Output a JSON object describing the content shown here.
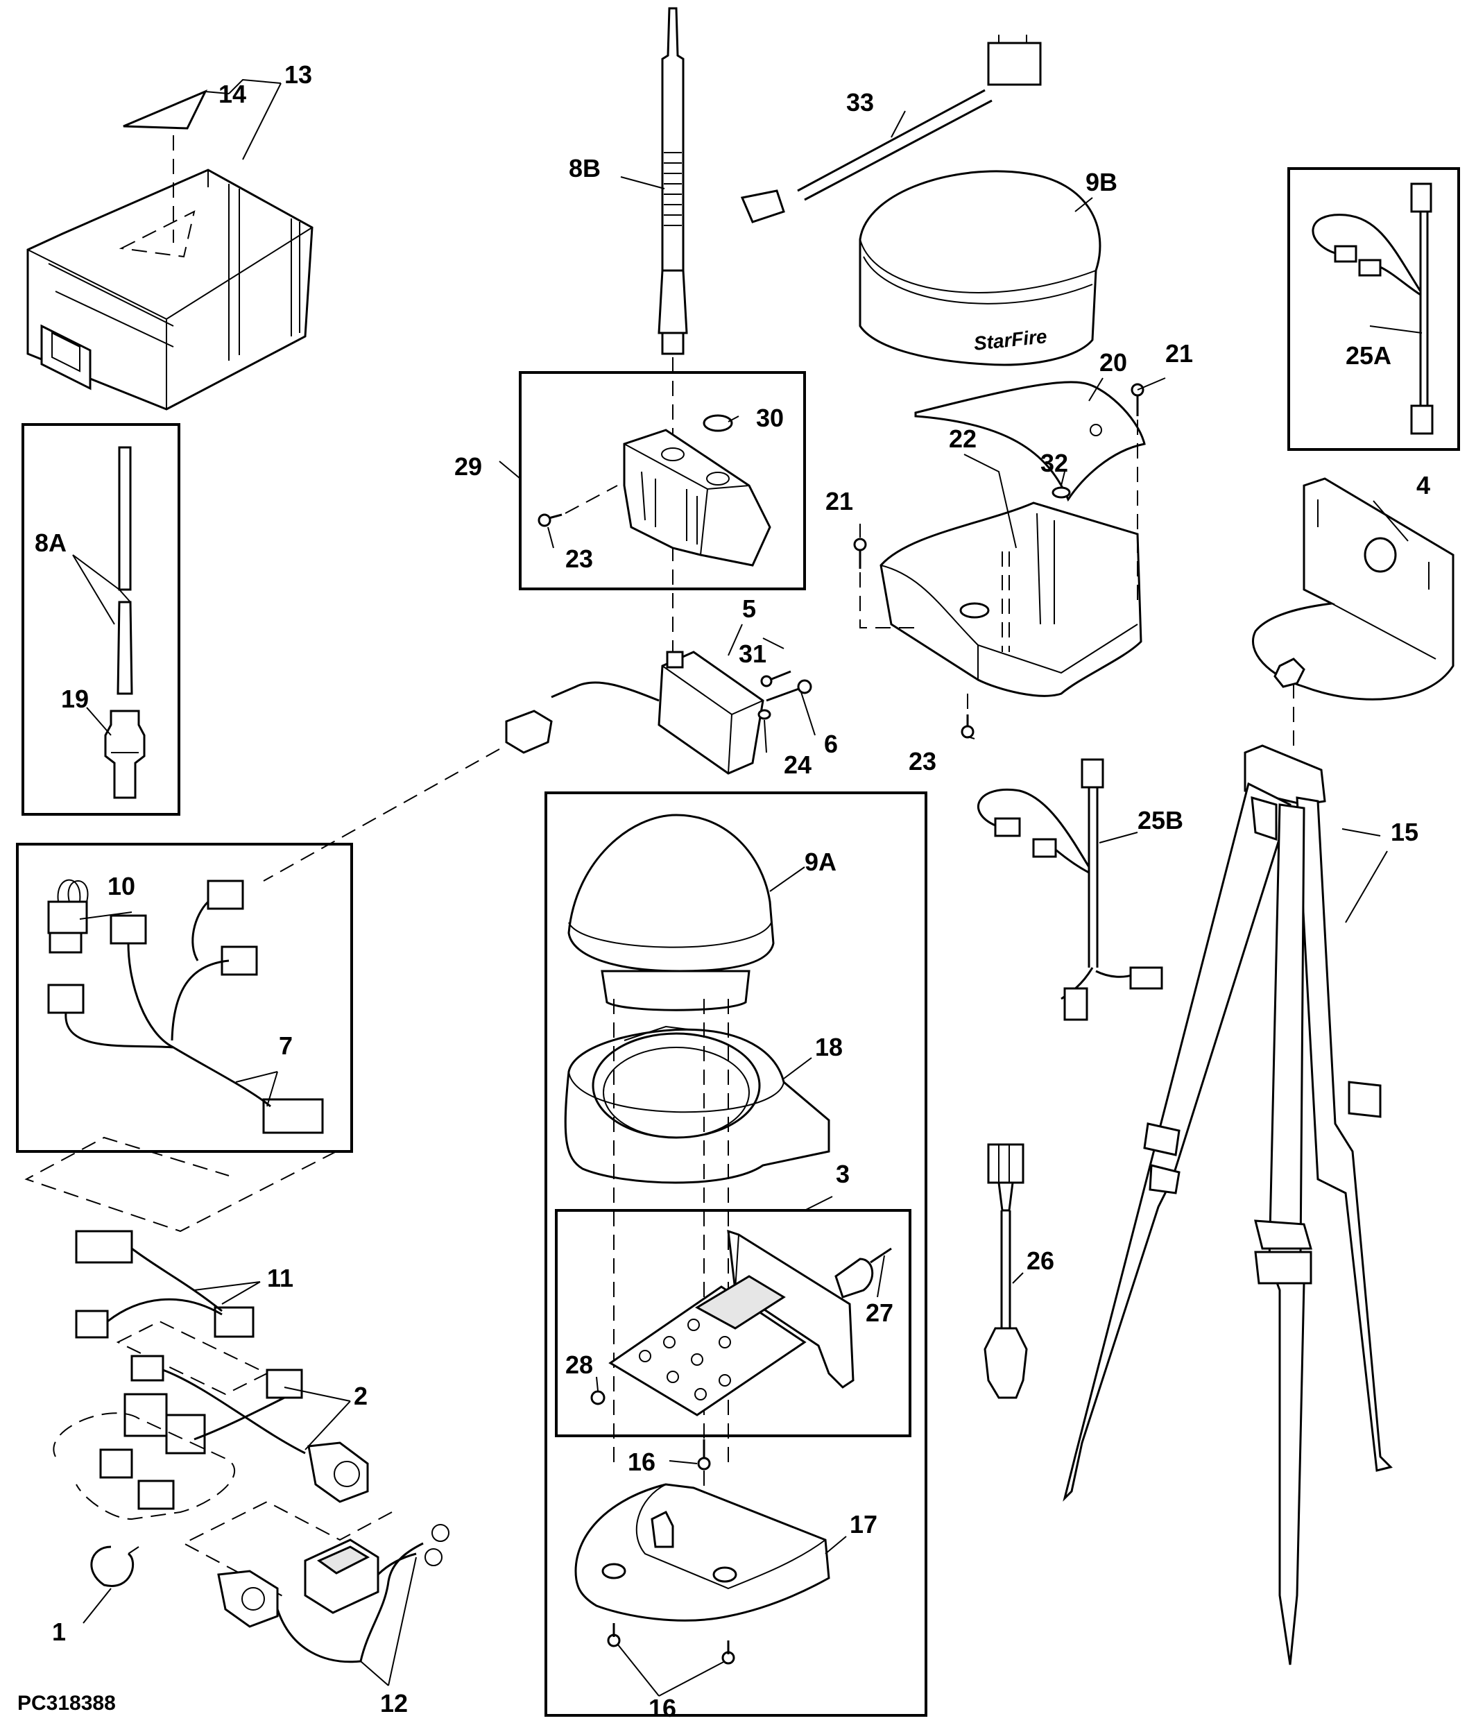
{
  "figure_id": "PC318388",
  "callouts": {
    "c1": "1",
    "c2": "2",
    "c3": "3",
    "c4": "4",
    "c5": "5",
    "c6": "6",
    "c7": "7",
    "c8a": "8A",
    "c8b": "8B",
    "c9a": "9A",
    "c9b": "9B",
    "c10": "10",
    "c11": "11",
    "c12": "12",
    "c13": "13",
    "c14": "14",
    "c15": "15",
    "c16": "16",
    "c17": "17",
    "c18": "18",
    "c19": "19",
    "c20": "20",
    "c21": "21",
    "c22": "22",
    "c23": "23",
    "c24": "24",
    "c25a": "25A",
    "c25b": "25B",
    "c26": "26",
    "c27": "27",
    "c28": "28",
    "c29": "29",
    "c30": "30",
    "c31": "31",
    "c32": "32",
    "c33": "33"
  },
  "receiver_label": "StarFire"
}
